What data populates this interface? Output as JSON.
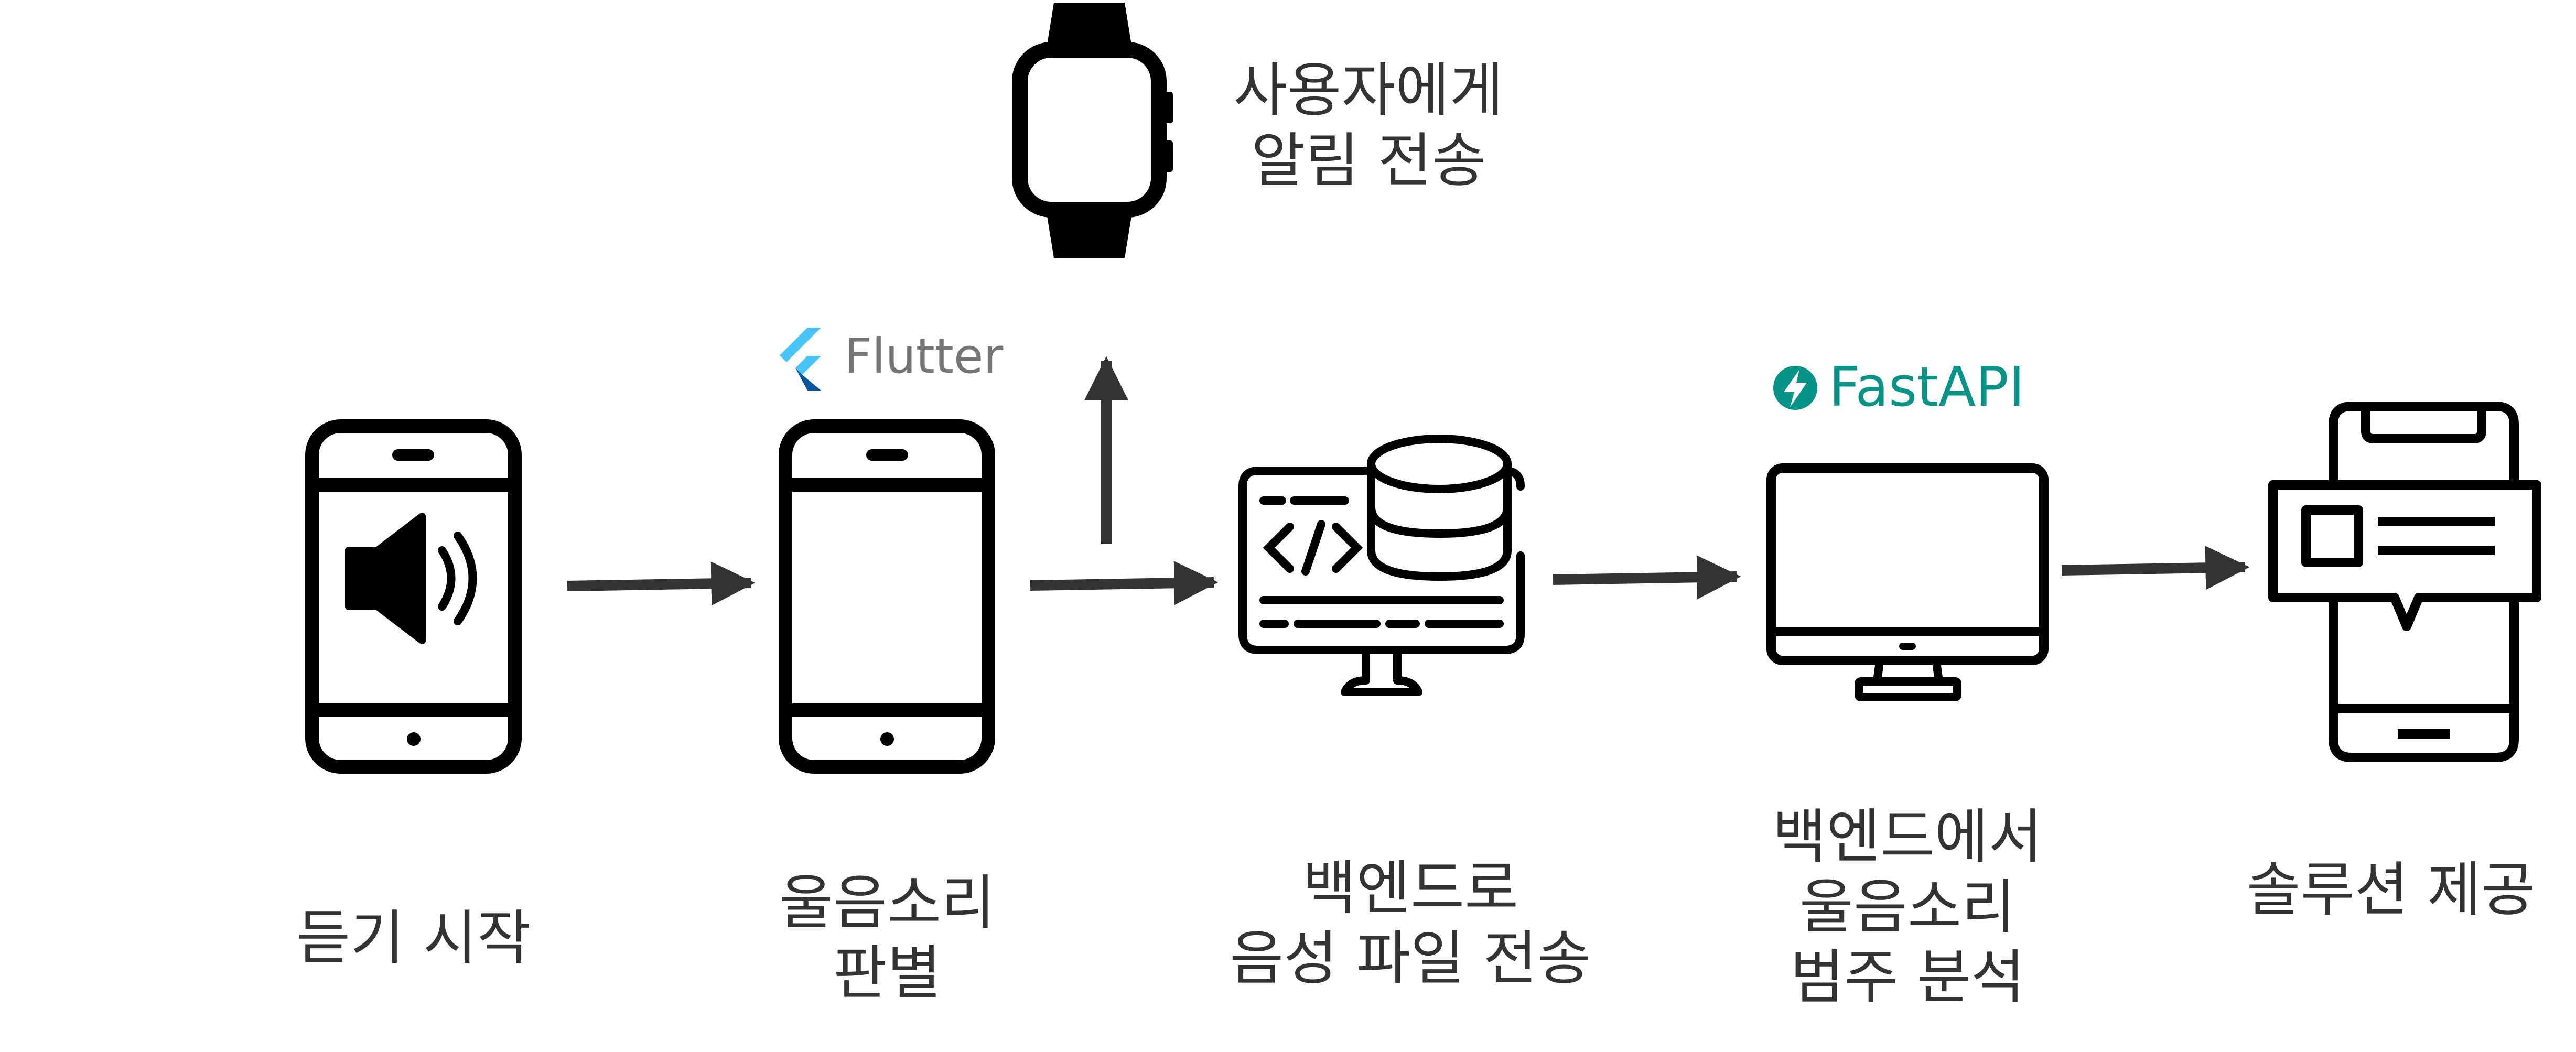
{
  "nodes": [
    {
      "id": "start-listening",
      "label": "듣기 시작",
      "icon": "phone-speaker-icon"
    },
    {
      "id": "cry-detect",
      "label": "울음소리\n판별",
      "icon": "phone-icon",
      "tech": "Flutter"
    },
    {
      "id": "send-audio",
      "label": "백엔드로\n음성 파일 전송",
      "icon": "monitor-code-database-icon"
    },
    {
      "id": "analyze",
      "label": "백엔드에서\n울음소리\n범주 분석",
      "icon": "computer-monitor-icon",
      "tech": "FastAPI"
    },
    {
      "id": "solution",
      "label": "솔루션 제공",
      "icon": "phone-notification-icon"
    }
  ],
  "notify": {
    "label": "사용자에게\n알림 전송",
    "icon": "smartwatch-icon"
  },
  "colors": {
    "stroke": "#000000",
    "arrow": "#333333",
    "text": "#333333",
    "flutter_light": "#47C5FB",
    "flutter_dark": "#00569E",
    "flutter_text": "#757575",
    "fastapi": "#059487"
  }
}
